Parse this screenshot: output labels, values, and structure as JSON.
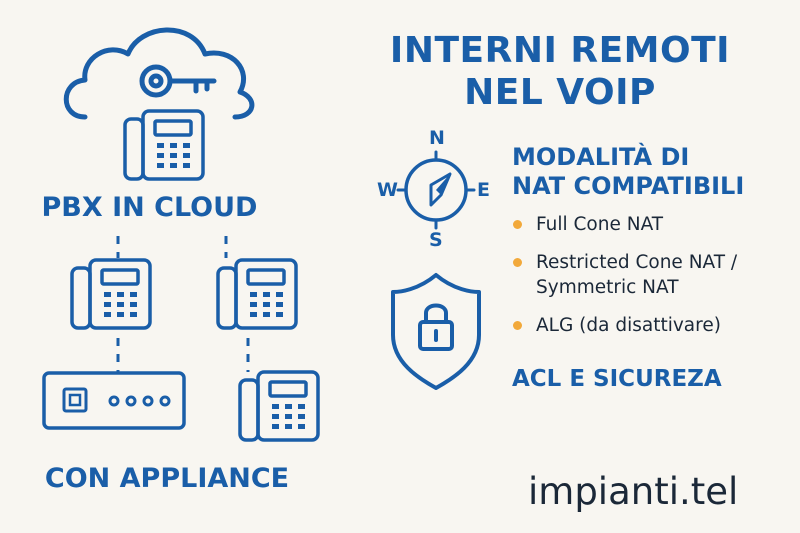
{
  "title_lines": [
    "INTERNI REMOTI",
    "NEL VOIP"
  ],
  "diagram": {
    "cloud_label": "PBX IN CLOUD",
    "appliance_label": "CON APPLIANCE"
  },
  "compass": {
    "n": "N",
    "e": "E",
    "s": "S",
    "w": "W"
  },
  "nat": {
    "heading_lines": [
      "MODALITÀ DI",
      "NAT COMPATIBILI"
    ],
    "items": [
      {
        "lines": [
          "Full Cone NAT"
        ]
      },
      {
        "lines": [
          "Restricted Cone NAT /",
          "Symmetric NAT"
        ]
      },
      {
        "lines": [
          "ALG (da disattivare)"
        ]
      }
    ]
  },
  "acl_label": "ACL E SICUREZA",
  "brand": "impianti.tel",
  "colors": {
    "primary_blue": "#1a5ea8",
    "bullet": "#f2a93b",
    "text_dark": "#1b2838",
    "background": "#f8f6f1"
  },
  "icons": [
    "cloud-icon",
    "key-icon",
    "desk-phone-icon",
    "compass-icon",
    "shield-lock-icon",
    "appliance-icon"
  ]
}
